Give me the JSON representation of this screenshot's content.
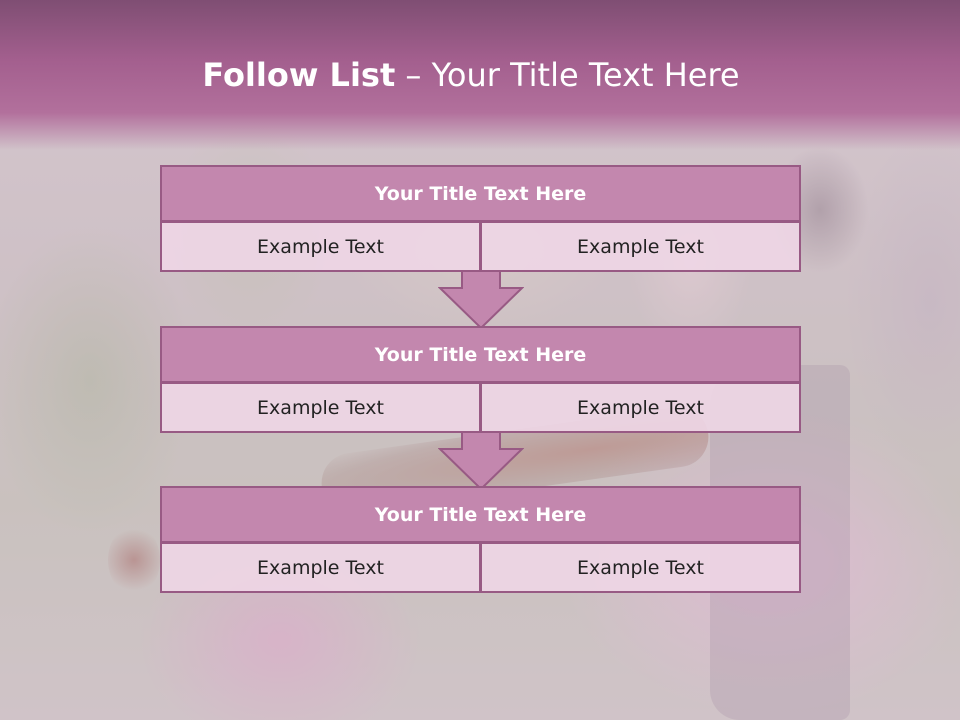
{
  "slide": {
    "title_bold": "Follow List",
    "title_rest": " – Your Title Text Here"
  },
  "blocks": [
    {
      "title": "Your Title Text Here",
      "left": "Example Text",
      "right": "Example Text"
    },
    {
      "title": "Your Title Text Here",
      "left": "Example Text",
      "right": "Example Text"
    },
    {
      "title": "Your Title Text Here",
      "left": "Example Text",
      "right": "Example Text"
    }
  ],
  "colors": {
    "header": "#a35f8e",
    "block_title_fill": "#c387ae",
    "border": "#985a84",
    "cell_fill": "#eed6e6",
    "arrow_fill": "#c387ae"
  }
}
